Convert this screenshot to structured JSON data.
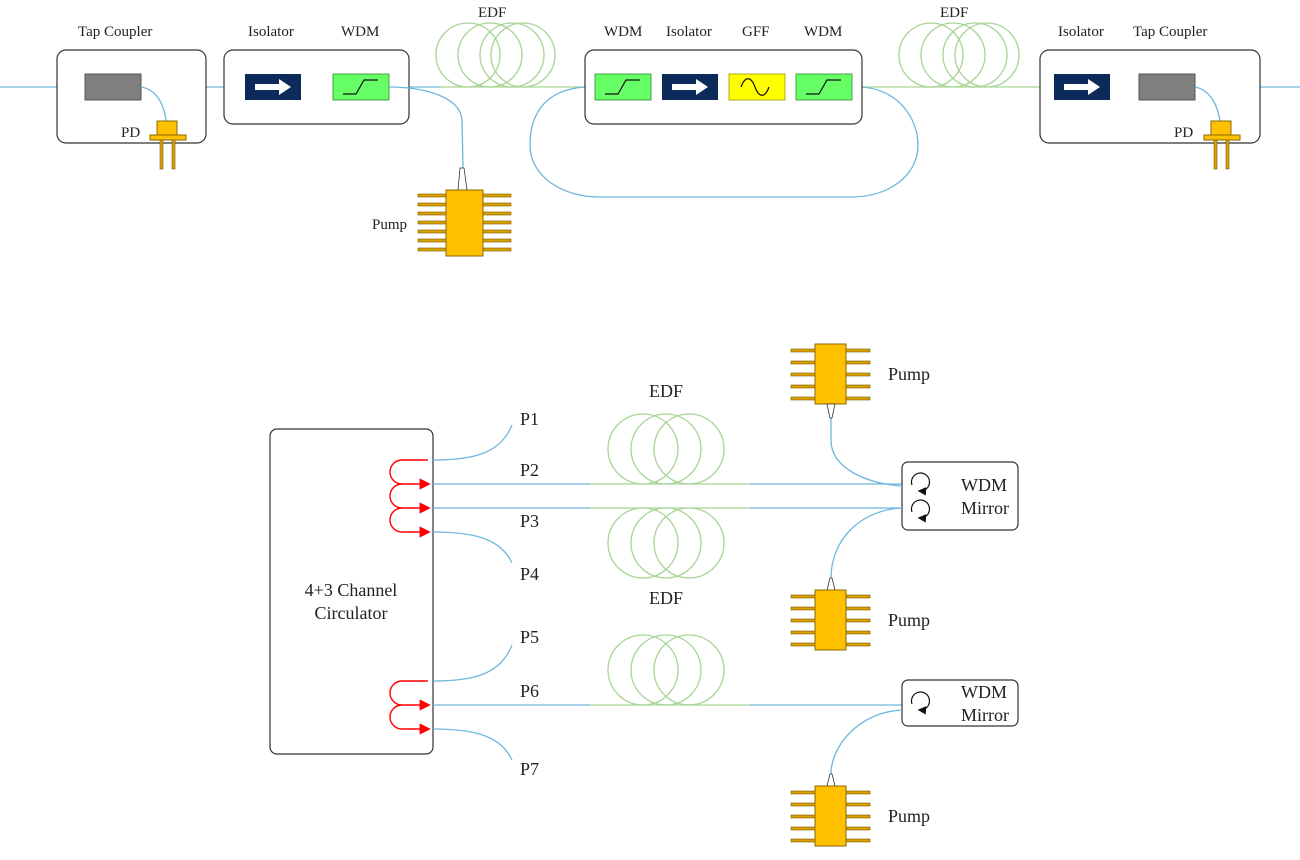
{
  "top": {
    "labels": {
      "tap_coupler_left": "Tap Coupler",
      "isolator_left": "Isolator",
      "wdm_left": "WDM",
      "edf_left": "EDF",
      "wdm_mid_left": "WDM",
      "isolator_mid": "Isolator",
      "gff": "GFF",
      "wdm_mid_right": "WDM",
      "edf_right": "EDF",
      "isolator_right": "Isolator",
      "tap_coupler_right": "Tap Coupler",
      "pd_left": "PD",
      "pd_right": "PD",
      "pump": "Pump"
    }
  },
  "bottom": {
    "circulator": {
      "line1": "4+3 Channel",
      "line2": "Circulator"
    },
    "ports": {
      "p1": "P1",
      "p2": "P2",
      "p3": "P3",
      "p4": "P4",
      "p5": "P5",
      "p6": "P6",
      "p7": "P7"
    },
    "edf_labels": {
      "upper": "EDF",
      "lower": "EDF"
    },
    "mirror_upper": {
      "line1": "WDM",
      "line2": "Mirror"
    },
    "mirror_lower": {
      "line1": "WDM",
      "line2": "Mirror"
    },
    "pumps": {
      "top": "Pump",
      "middle": "Pump",
      "bottom": "Pump"
    }
  },
  "colors": {
    "fiber": "#6fb7de",
    "edf": "#a8d596",
    "isolator": "#0c2a5a",
    "wdm": "#66ff66",
    "gff": "#ffff00",
    "coupler": "#7f7f7f",
    "pump": "#ffc000",
    "circulator_arrow": "#ff0000"
  },
  "icons": {
    "isolator": "arrow-right-icon",
    "wdm": "step-filter-icon",
    "gff": "sine-filter-icon",
    "circulator_port": "u-turn-arrow-icon",
    "mirror": "loop-arrow-icon"
  }
}
